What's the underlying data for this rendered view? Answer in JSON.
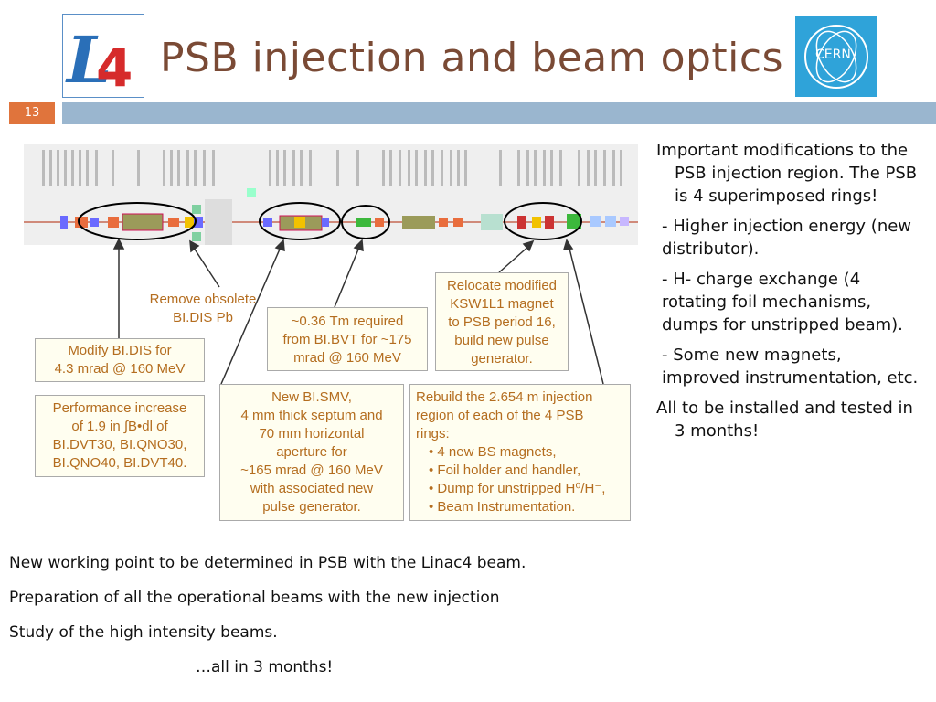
{
  "header": {
    "title": "PSB injection and beam optics",
    "slide_number": "13",
    "logo_left_text": "L4",
    "logo_right_text": "CERN"
  },
  "diagram": {
    "callouts": {
      "remove_obsolete": [
        "Remove obsolete",
        "BI.DIS Pb"
      ],
      "modify_bidis": [
        "Modify BI.DIS for",
        "4.3 mrad @ 160 MeV"
      ],
      "performance": [
        "Performance increase",
        "of 1.9 in ∫B•dl of",
        "BI.DVT30, BI.QNO30,",
        "BI.QNO40, BI.DVT40."
      ],
      "bvt": [
        "~0.36 Tm required",
        "from BI.BVT for ~175",
        "mrad @ 160 MeV"
      ],
      "smv": [
        "New BI.SMV,",
        "4 mm thick septum and",
        "70 mm horizontal",
        "aperture for",
        "~165 mrad @ 160 MeV",
        "with associated new",
        "pulse generator."
      ],
      "relocate": [
        "Relocate modified",
        "KSW1L1 magnet",
        "to PSB period 16,",
        "build new pulse",
        "generator."
      ],
      "rebuild_intro": [
        "Rebuild the 2.654 m injection",
        "region of each of the 4 PSB",
        "rings:"
      ],
      "rebuild_items": [
        "4 new BS magnets,",
        "Foil holder and handler,",
        "Dump for unstripped H⁰/H⁻,",
        "Beam Instrumentation."
      ]
    }
  },
  "right_panel": {
    "para1": "Important modifications to the PSB injection region. The PSB is 4 superimposed rings!",
    "item1": "- Higher injection energy (new distributor).",
    "item2": "- H- charge exchange (4 rotating foil mechanisms, dumps for unstripped beam).",
    "item3": "- Some new magnets, improved instrumentation, etc.",
    "para2": "All to be installed and tested in 3 months!"
  },
  "bottom": {
    "line1": "New working point to be determined in PSB with the Linac4 beam.",
    "line2": "Preparation of all the operational beams with the new injection",
    "line3": "Study of the high intensity beams.",
    "line4": "…all in 3 months!"
  },
  "colors": {
    "title": "#7a4a35",
    "slide_bar": "#9ab6cf",
    "slide_num_box": "#e0743c",
    "callout_text": "#b46d1f",
    "cern_logo": "#2fa3d9"
  }
}
